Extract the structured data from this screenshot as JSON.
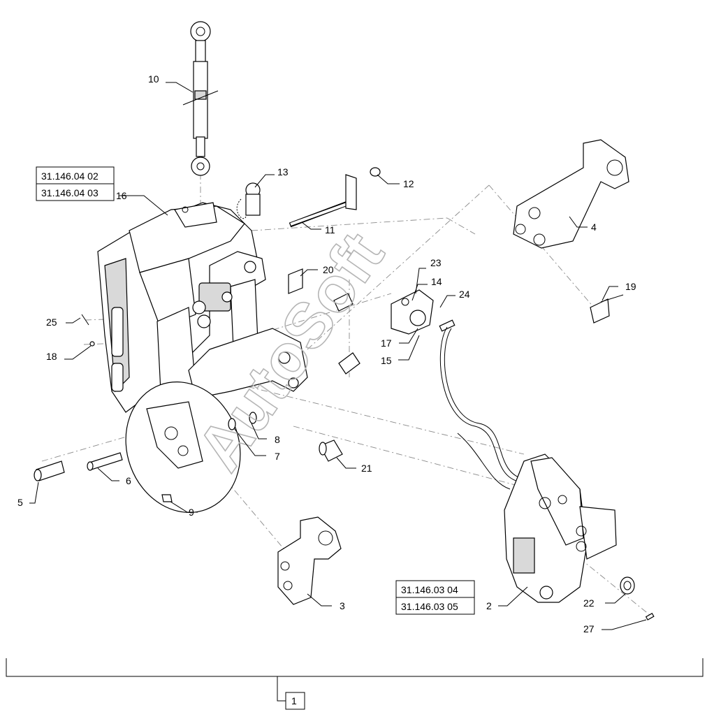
{
  "references": {
    "ref_a1": "31.146.04 02",
    "ref_a2": "31.146.04 03",
    "ref_b1": "31.146.03 04",
    "ref_b2": "31.146.03 05"
  },
  "assembly_label": "1",
  "watermark": "AutoSoft",
  "callouts": {
    "c2": "2",
    "c3": "3",
    "c4": "4",
    "c5": "5",
    "c6": "6",
    "c7": "7",
    "c8": "8",
    "c9": "9",
    "c10": "10",
    "c11": "11",
    "c12": "12",
    "c13": "13",
    "c14": "14",
    "c15": "15",
    "c16": "16",
    "c17": "17",
    "c18": "18",
    "c19": "19",
    "c20": "20",
    "c21": "21",
    "c22": "22",
    "c23": "23",
    "c24": "24",
    "c25": "25",
    "c27": "27"
  }
}
